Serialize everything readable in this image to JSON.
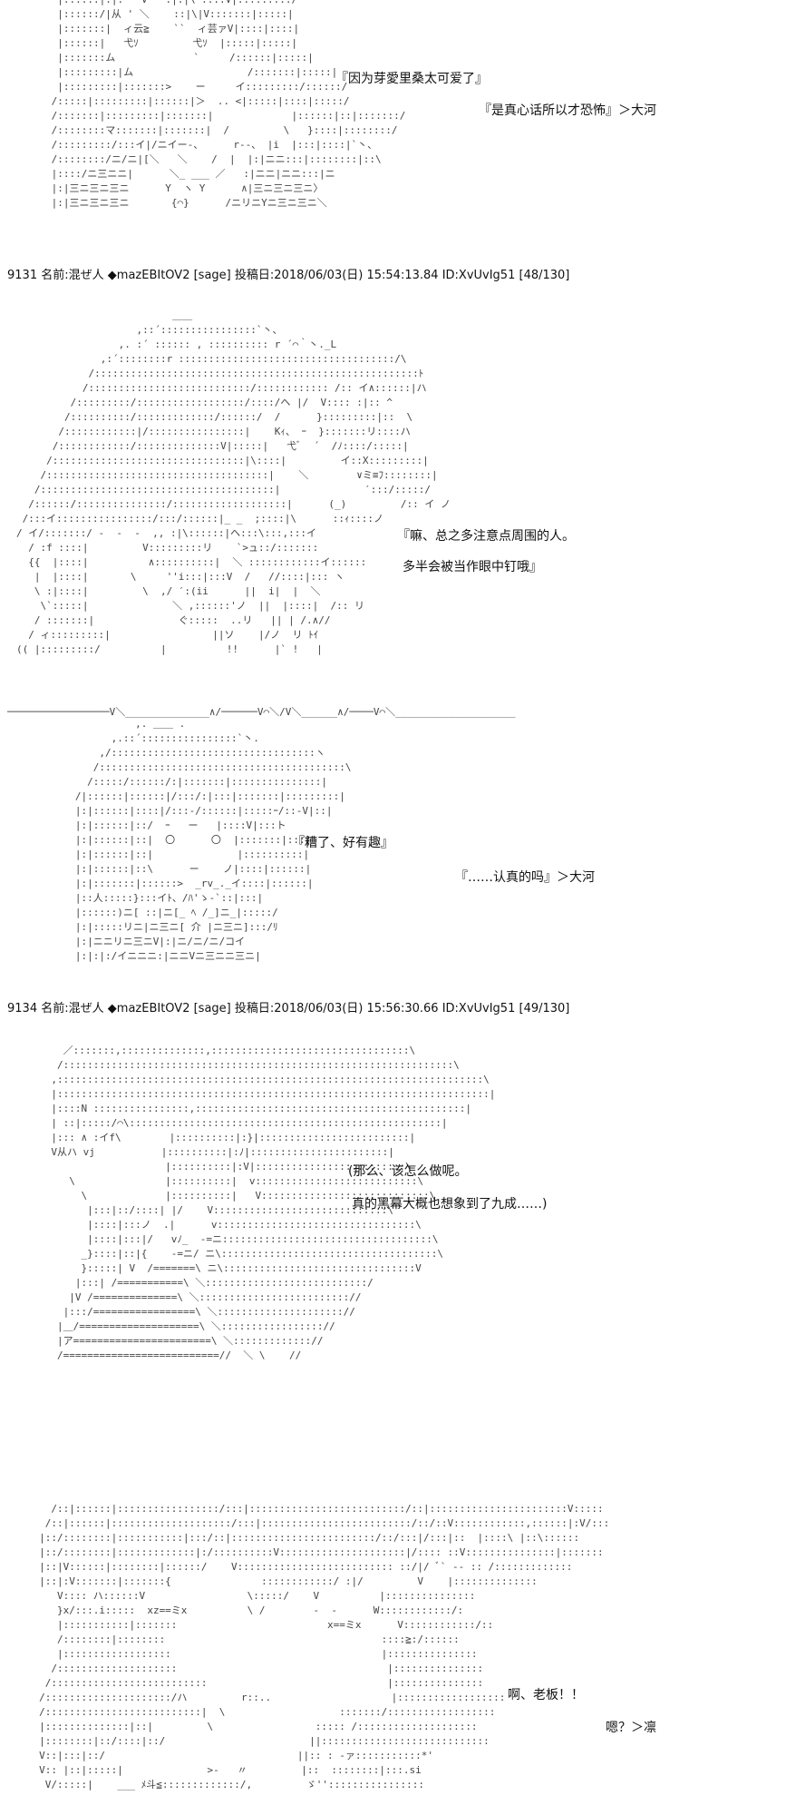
{
  "posts": [
    {
      "number": "9131",
      "name_label": "名前:",
      "name": "混ぜ人",
      "trip": "◆mazEBItOV2",
      "mail": "[sage]",
      "date_label": "投稿日:",
      "date": "2018/06/03(日) 15:54:13.84",
      "id": "ID:XvUvIg51",
      "count": "[48/130]"
    },
    {
      "number": "9134",
      "name_label": "名前:",
      "name": "混ぜ人",
      "trip": "◆mazEBItOV2",
      "mail": "[sage]",
      "date_label": "投稿日:",
      "date": "2018/06/03(日) 15:56:30.66",
      "id": "ID:XvUvIg51",
      "count": "[49/130]"
    }
  ],
  "scenes": {
    "scene1": {
      "line1": "『因为芽愛里桑太可爱了』",
      "line2": "『是真心话所以才恐怖』＞大河",
      "art": "  |::::::|:|.   V   :|:|\\ ::::V|:::::::::/\n  |::::::/|从 ' ＼    ::|\\|V:::::::|:::::|\n  |:::::::|  ィ云≧    ``  ィ芸ァV|::::|::::|\n  |::::::|   弋ｿ         弋ｿ  |:::::|:::::|\n  |:::::::ム             `     /::::::|:::::|\n  |:::::::::|ム                   /:::::::|:::::|\n  |:::::::::|:::::::>    ー     イ:::::::::/::::::/\n /:::::|:::::::::|::::::|＞  .. <|:::::|::::|:::::/\n /:::::::|:::::::::|:::::::|             |::::::|::|:::::::/\n /::::::::マ:::::::|:::::::|  /         \\   }::::|::::::::/\n /:::::::::/:::イ|/ニイー-、     r--、 |i  |:::|::::|`丶、\n /::::::::/ニ/ニ|[＼   ＼    /  |  |:|ニニ:::|::::::::|::\\\n |::::/ニ三ニニ|      ＼_ ___ ／   :|ニニ|ニニ:::|ニ\n |:|三ニ三ニ三ニ      Y  ヽ Y      ∧|三ニ三ニ三ニ〉\n |:|三ニ三ニ三ニ       {⌒}      /ニリニYニ三ニ三ニ＼"
    },
    "scene2": {
      "line1": "『嘛、总之多注意点周围的人。",
      "line2": "多半会被当作眼中钉哦』",
      "art": "                          ＿＿\n                    ,::´::::::::::::::::`丶、\n                 ,. :´ :::::: , :::::::::: r ´⌒｀丶._L\n              ,:´::::::::r ::::::::::::::::::::::::::::::::::::/\\\n            /::::::::::::::::::::::::::::::::::::::::::::::::::::::ﾄ\n           /:::::::::::::::::::::::::::/:::::::::::: /:: イ∧::::::|ハ\n         /:::::::::/::::::::::::::::::/::::/ヘ |/  V:::: :|:: ^\n        /::::::::::/:::::::::::::/::::::/  /      }:::::::::|::  \\\n       /::::::::::::|/::::::::::::::::|    Kｨ、 ｰ  }:::::::リ::::ハ\n      /::::::::::::/::::::::::::::V|:::::|   弋ﾞ  ´  /ﾉ::::/:::::|\n     /::::::::::::::::::::::::::::::::|\\::::|         イ::X:::::::::|\n    /:::::::::::::::::::::::::::::::::::::|    ＼        ∨ミ≡ﾌ::::::::|\n   /:::::::::::::::::::::::::::::::::::::::|              ′:::/:::::/\n  /::::::/:::::::::::::::/:::::::::::::::::::|      (_)         /:: イ ノ\n /:::イ::::::::::::::::/:::/::::::|_ _  ;::::|\\      ::ｨ::::ノ\n/ イ/:::::::/ -  -  -  ,, :|\\::::::|ヘ:::\\:::,:::イ\n  / :f ::::|         V:::::::::リ    `>ュ::/:::::::\n  {{  |::::|          ∧::::::::::|  ＼ ::::::::::::イ::::::\n   |  |::::|       \\     ''i:::|:::V  /   //::::|::: ヽ\n   \\ :|::::|         \\  ,/ ′:(ii      ||  i|  |  ＼\n    \\`:::::|              ＼ ,::::::'ノ  ||  |::::|  /:: リ\n   / :::::::|              ぐ:::::  ..リ   || | /.∧//\n  / ィ:::::::::|                 ||ソ    |/ノ  リ ﾄｲ\n(( |:::::::::/          |          !!      |` !   |"
    },
    "scene3": {
      "line1": "『糟了、好有趣』",
      "line2": "『……认真的吗』＞大河",
      "art": "                     ,. ＿＿ .\n                 ,.::´::::::::::::::::`丶.\n               ,/::::::::::::::::::::::::::::::::::ヽ\n              /:::::::::::::::::::::::::::::::::::::::::\\\n             /:::::/::::::/:|:::::::|:::::::::::::::|\n           /|::::::|::::::|/:::/:|:::|:::::::|:::::::::|\n           |:|::::::|::::|/:::-/::::::|:::::ｰ/::-V|::|\n           |:|::::::|::/  ｰ   ー   |::::V|:::ト\n           |:|::::::|::|  〇      〇  |:::::::|:::|\n           |:|::::::|::|              |::::::::::|\n           |:|::::::|::\\      ー    ノ|::::|::::::|\n           |:|:::::::|::::::>  _rv_._イ::::|::::::|\n           |::人:::::}:::イﾄ、/ﾊ'ゝ-`::|:::|\n           |::::::)ニ[ ::|ニ[_ ﾍ /_]ニ_|:::::/\n           |:|:::::リニ|ニ三ニ[ 介 |ニ三ニ]:::/ﾘ\n           |:|ニニリニ三ニV|:|ニ/ニ/ニ/コイ\n           |:|:|:/イニニニ:|ニニVニ三ニニ三ニ|"
    },
    "scene4": {
      "line1": "(那么、该怎么做呢。",
      "line2": "真的黑幕大概也想象到了九成……)",
      "art": "         ／:::::::,::::::::::::::,:::::::::::::::::::::::::::::::::\\\n        /:::::::::::::::::::::::::::::::::::::::::::::::::::::::::::::::::\\\n       ,:::::::::::::::::::::::::::::::::::::::::::::::::::::::::::::::::::::::\\\n       |::::::::::::::::::::::::::::::::::::::::::::::::::::::::::::::::::::::::|\n       |::::N ::::::::::::::::,:::::::::::::::::::::::::::::::::::::::::::::|\n       | ::|:::::/⌒\\::::::::::::::::::::::::::::::::::::::::::::::::::::|\n       |::: ∧ :イf\\        |::::::::::|:}|:::::::::::::::::::::::::|\n       V从ハ vj           |::::::::::|:ﾉ|:::::::::::::::::::::::|\n                          |::::::::::|:V|:::::::::::::::::::::::::\\\n          \\               |::::::::::|  v:::::::::::::::::::::::::::\\\n            \\             |::::::::::|   V::::::::::::::::::::::::::::\\\n             |:::|::/::::| |/    V:::::::::::::::::::::::::::::\\\n             |::::|:::ノ  .|      v:::::::::::::::::::::::::::::::::\\\n             |::::|:::|/   vﾉ_  -=ニ:::::::::::::::::::::::::::::::::::\\\n            _}::::|::|{    -=ニ/ ニ\\::::::::::::::::::::::::::::::::::::\\\n            }:::::| V  /=======\\ ニ\\::::::::::::::::::::::::::::::::V\n           |:::| /===========\\ ＼:::::::::::::::::::::::::::/\n          |V /==============\\ ＼::::::::::::::::::::::::://\n         |:::/=================\\ ＼::::::::::::::::::::://\n        |＿/====================\\ ＼::::::::::::::::://\n        |ア=======================\\ ＼::::::::::::://\n        /==========================//  ＼ \\    //"
    },
    "scene5": {
      "line1": "啊、老板！！",
      "line2": "嗯？＞凛",
      "art": "       /::|::::::|:::::::::::::::::/:::|::::::::::::::::::::::::::/::|:::::::::::::::::::::::V:::::\n      /::|::::::|::::::::::::::::::::/:::|:::::::::::::::::::::::::/::/::V::::::::::::,::::::|:V/:::\n     |::/::::::::|:::::::::::|:::/::|::::::::::::::::::::::::/::/:::|/:::|::  |::::\\ |::\\::::::\n     |::/::::::::|:::::::::::::|:/::::::::::V:::::::::::::::::::::|/:::: ::V:::::::::::::::|:::::::\n     |::|V::::::|::::::::|::::::/    V:::::::::::::::::::::::::: ::/|/ ﾞ` -- :: /:::::::::::::\n     |::|:V:::::::|:::::::{               ::::::::::::/ :|/         V    |::::::::::::::\n        V:::: ハ::::::V                 \\:::::/    V          |:::::::::::::::\n        }x/:::.i:::::  xz==ミx          \\ /        -  -      W::::::::::::/:\n        |:::::::::::|:::::::                         x==ミx      V::::::::::::/::\n        /::::::::|::::::::                                    ::::≧:/::::::\n        |::::::::::::::::::                                   |:::::::::::::::\n       /::::::::::::::::::::                                   |:::::::::::::::\n      /::::::::::::::::::::::::::                              |:::::::::::::::\n     /:::::::::::::::::::::/ハ         r::..                    |::::::::::::::::::\n     /::::::::::::::::::::::::::|  \\                   :::::::/::::::::::::::::::\n     |::::::::::::::|::|         \\                 ::::: /::::::::::::::::::::\n     |::::::::|::/::::|::/                        ||::::::::::::::::::::::::::::\n     V::|:::|::/                                ||:: : -ァ:::::::::::*'\n     V:: |::|:::::|              >-   〃         |::  ::::::::|:::.si\n      V/:::::|    ___ ﾒ斗≦:::::::::::::/,         ゞ''::::::::::::::::"
    },
    "divider": "─────────────────V＼______________∧/──────V⌒＼/V＼______∧/────V⌒＼____________________"
  }
}
